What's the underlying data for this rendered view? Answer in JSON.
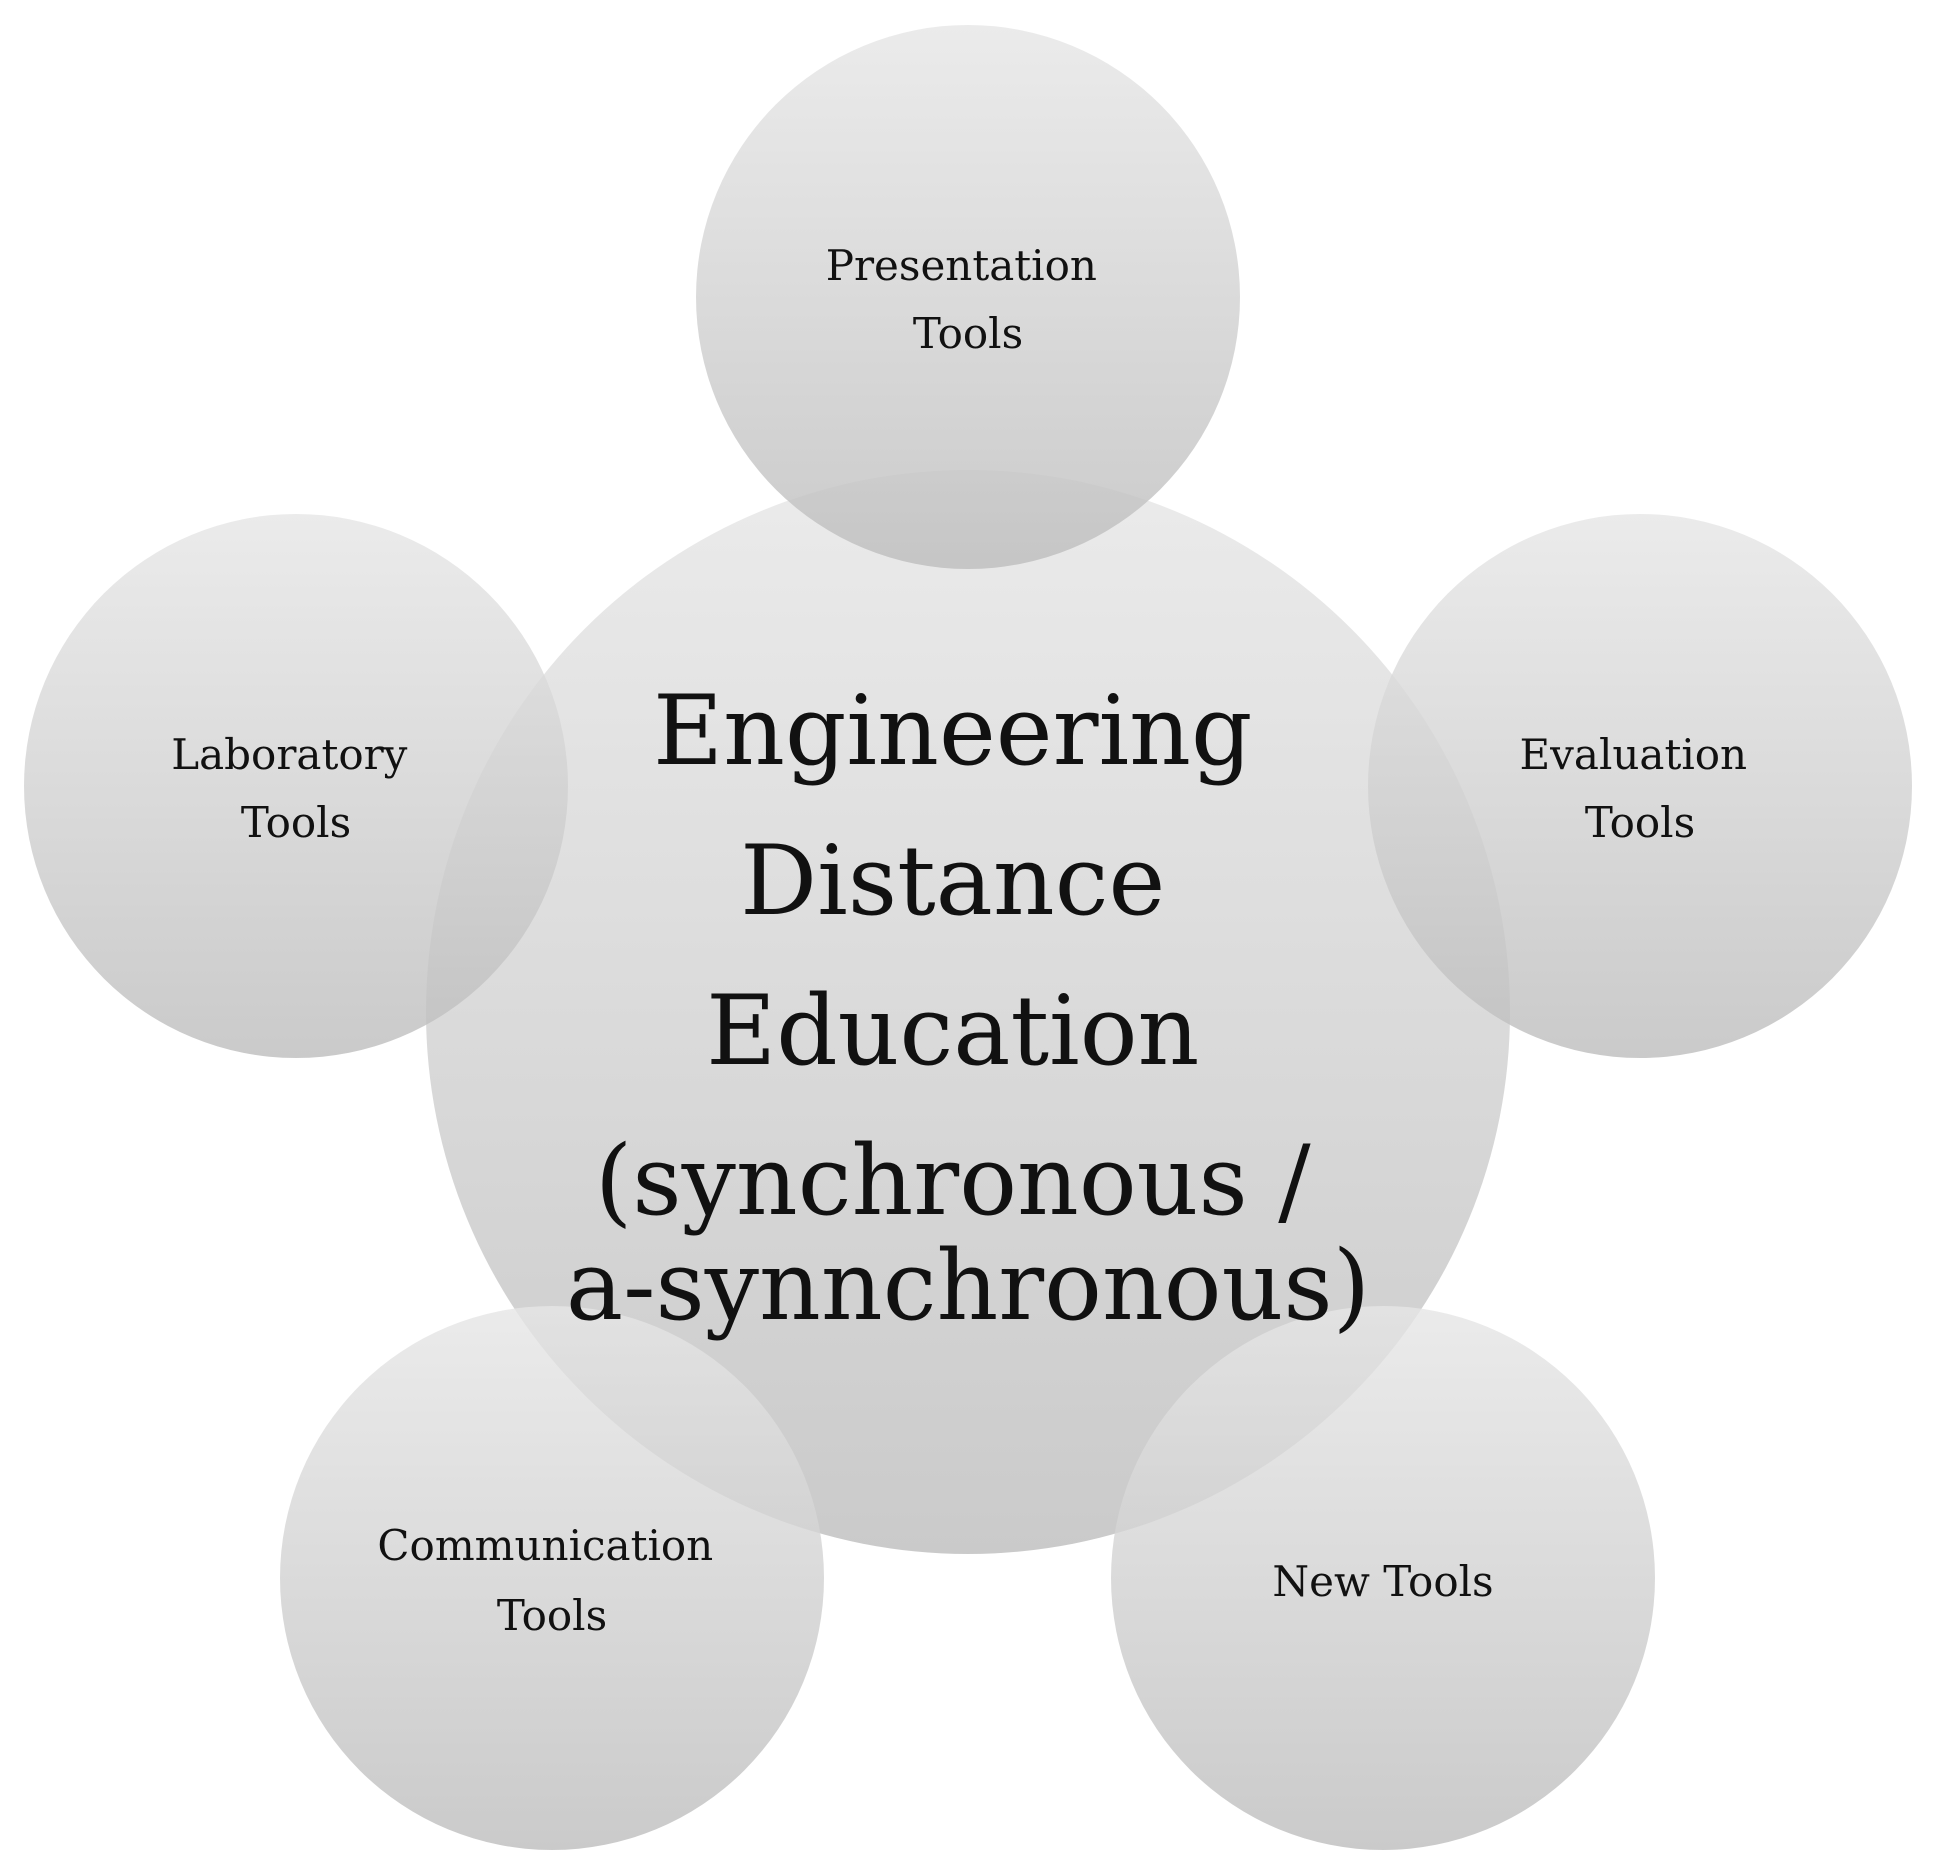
{
  "center": {
    "lines": [
      "Engineering",
      "Distance",
      "Education",
      "(synchronous /",
      "a-synnchronous)"
    ]
  },
  "nodes": [
    {
      "id": "presentation",
      "lines": [
        "Presentation",
        "Tools"
      ]
    },
    {
      "id": "laboratory",
      "lines": [
        "Laboratory",
        "Tools"
      ]
    },
    {
      "id": "evaluation",
      "lines": [
        "Evaluation",
        "Tools"
      ]
    },
    {
      "id": "communication",
      "lines": [
        "Communication",
        "Tools"
      ]
    },
    {
      "id": "new",
      "lines": [
        "New Tools"
      ]
    }
  ],
  "colors": {
    "circle_top": "#e6e6e6",
    "circle_bottom": "#bdbdbd",
    "text": "#111111"
  }
}
